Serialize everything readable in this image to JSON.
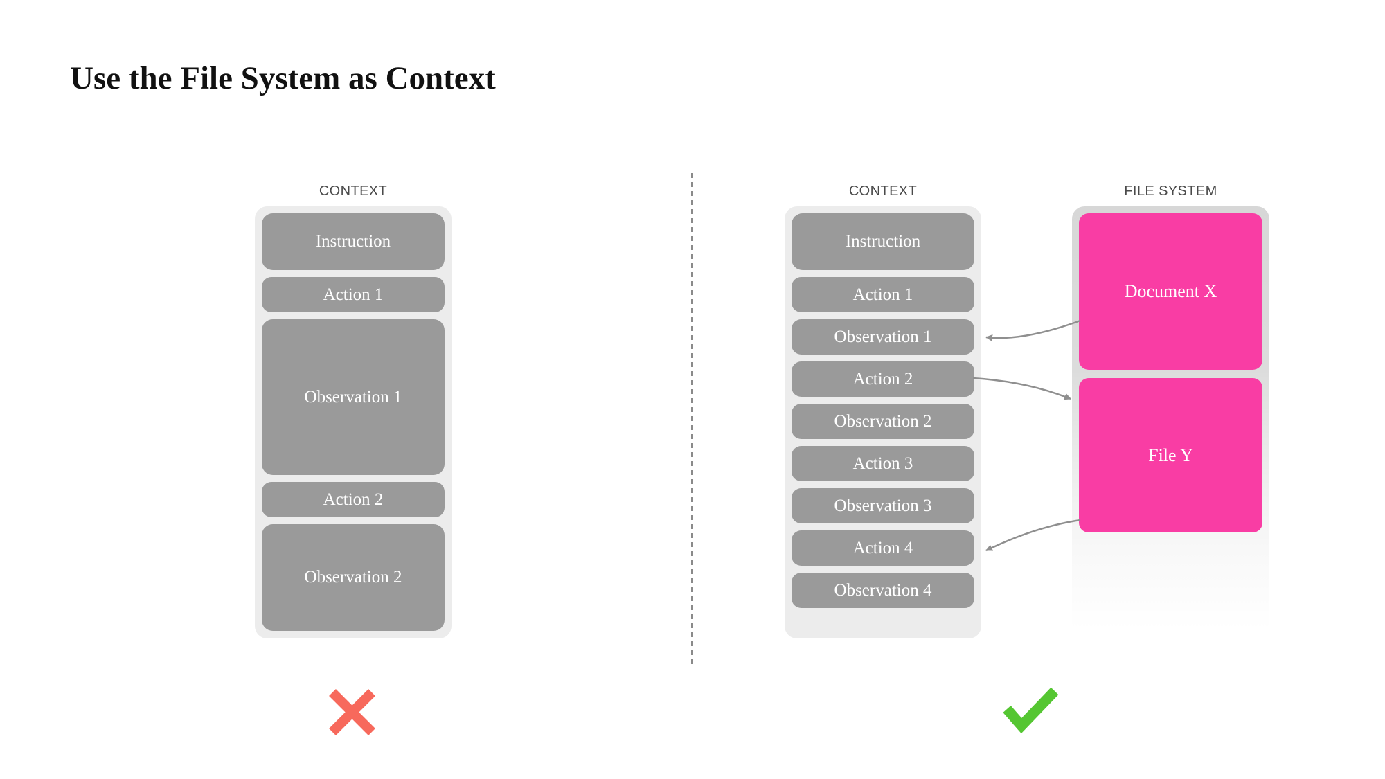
{
  "title": "Use the File System as Context",
  "colors": {
    "node_gray": "#9a9a9a",
    "container_gray": "#ececec",
    "file_system_gray_top": "#d7d7d7",
    "file_pink": "#f93da4",
    "arrow_gray": "#8f8f8f",
    "cross_red": "#f7695c",
    "check_green": "#55c632",
    "label_text": "#4a4a4a",
    "node_text": "#ffffff"
  },
  "left_panel": {
    "label": "CONTEXT",
    "boxes": [
      {
        "label": "Instruction"
      },
      {
        "label": "Action 1"
      },
      {
        "label": "Observation 1"
      },
      {
        "label": "Action 2"
      },
      {
        "label": "Observation 2"
      }
    ],
    "verdict": "cross"
  },
  "right_panel": {
    "label": "CONTEXT",
    "boxes": [
      {
        "label": "Instruction"
      },
      {
        "label": "Action 1"
      },
      {
        "label": "Observation 1"
      },
      {
        "label": "Action 2"
      },
      {
        "label": "Observation 2"
      },
      {
        "label": "Action 3"
      },
      {
        "label": "Observation 3"
      },
      {
        "label": "Action 4"
      },
      {
        "label": "Observation 4"
      }
    ],
    "verdict": "check"
  },
  "file_system_panel": {
    "label": "FILE SYSTEM",
    "boxes": [
      {
        "label": "Document X"
      },
      {
        "label": "File Y"
      }
    ]
  },
  "arrows": [
    {
      "from": "Document X",
      "to": "Observation 1"
    },
    {
      "from": "Action 2",
      "to": "File Y"
    },
    {
      "from": "File Y",
      "to": "Action 4"
    }
  ]
}
